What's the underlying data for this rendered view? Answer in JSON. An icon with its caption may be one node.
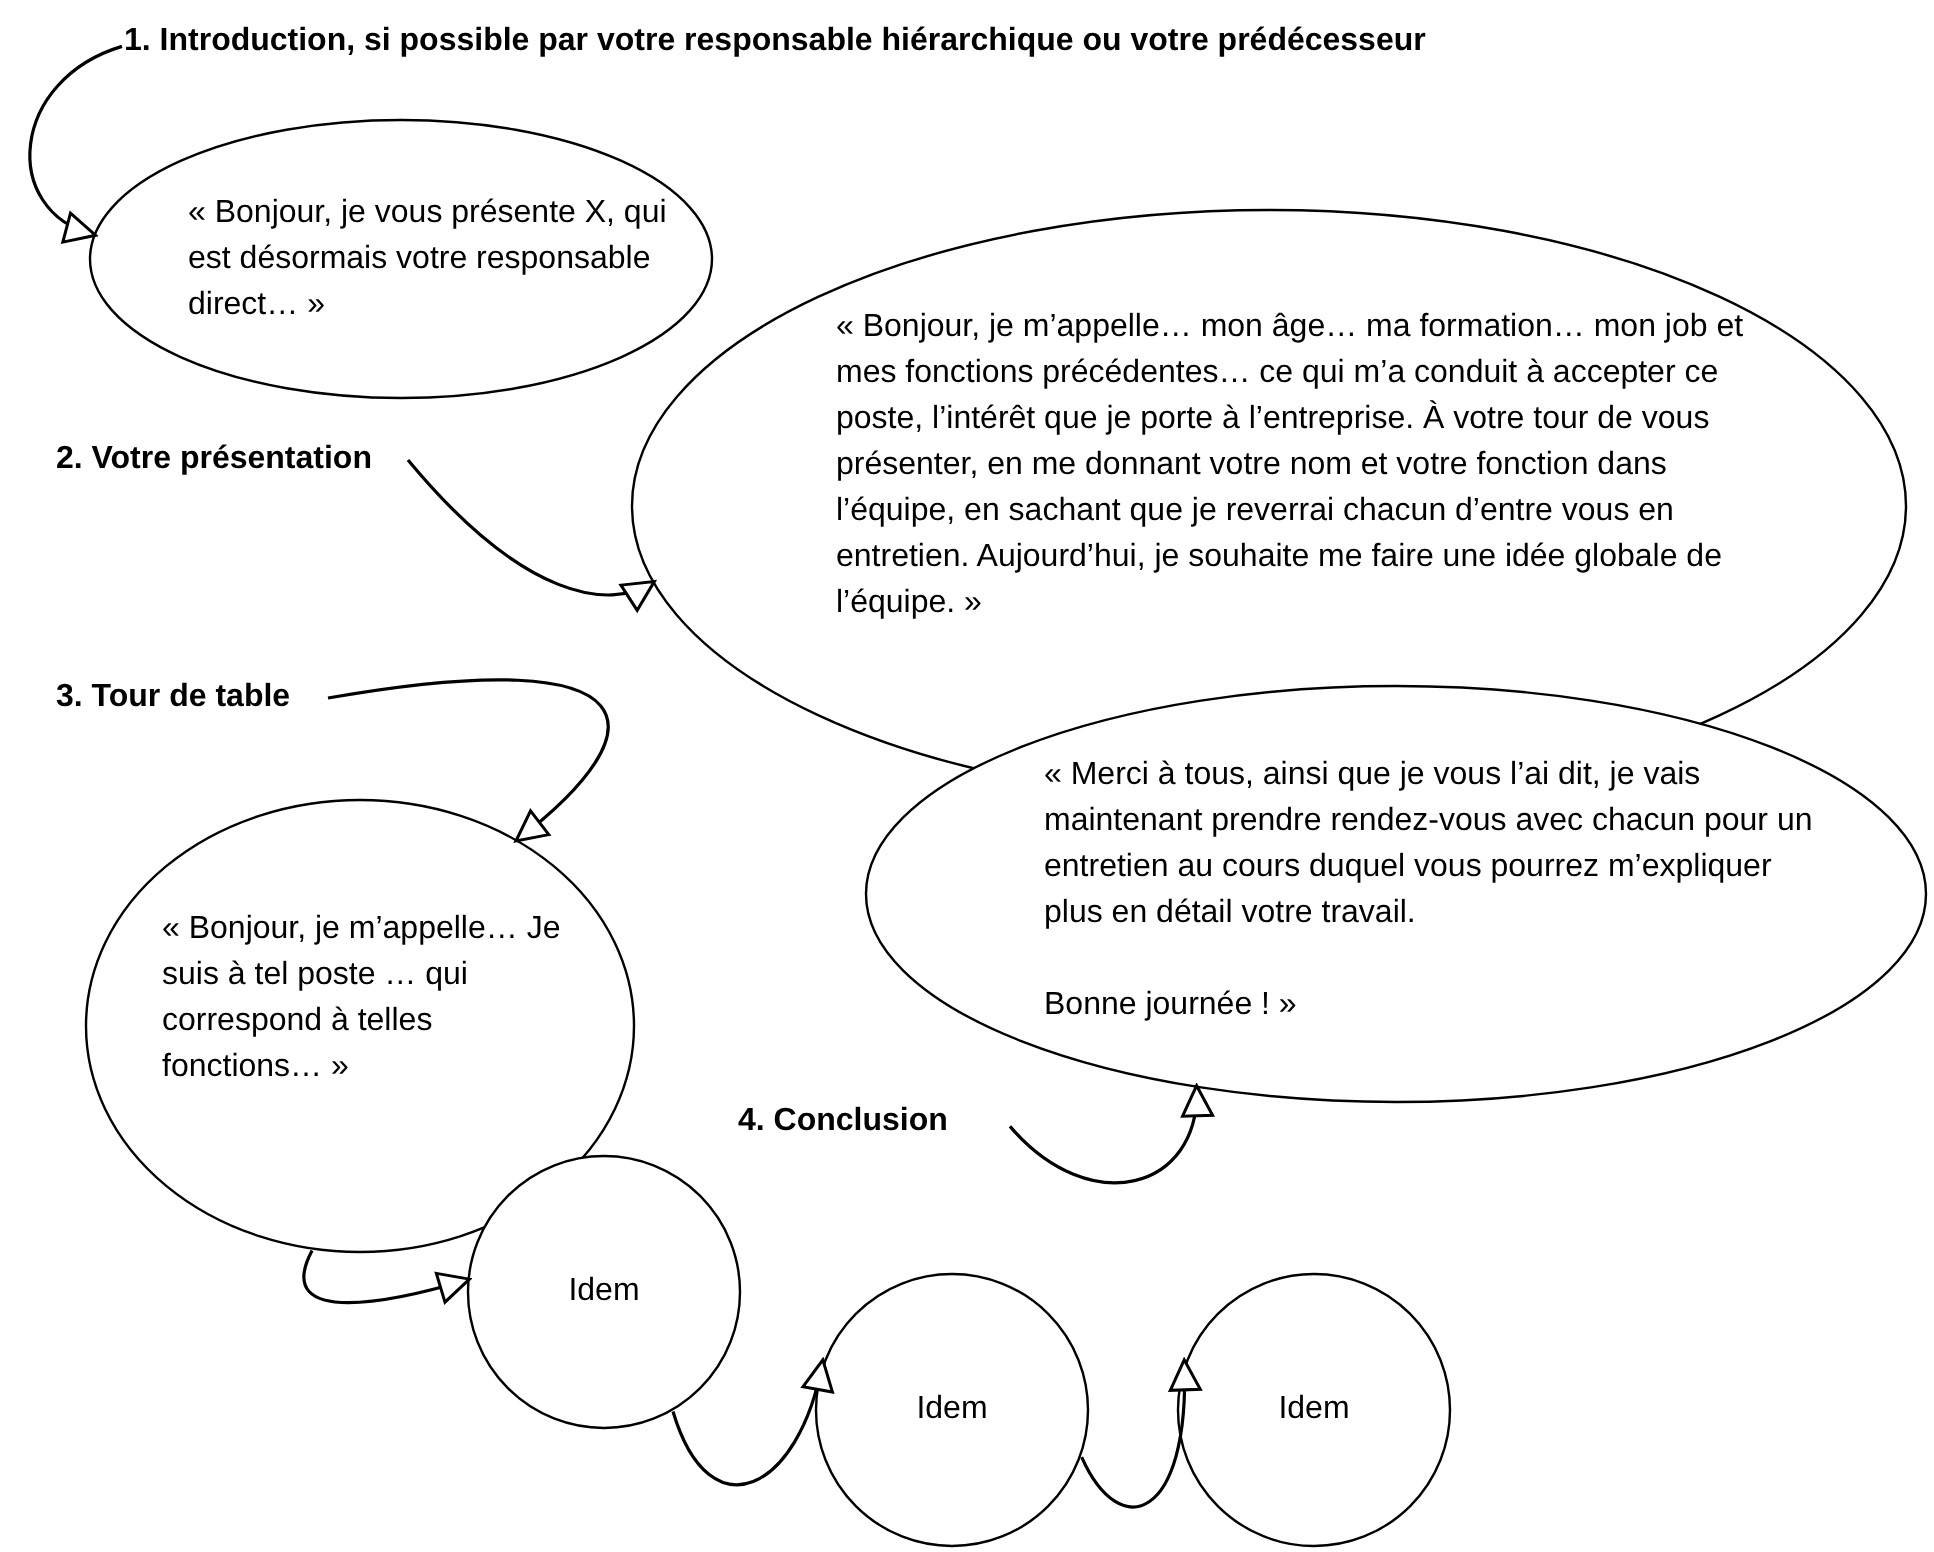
{
  "diagram": {
    "nodes": [
      {
        "text": [
          "1. Introduction, si possible par votre responsable hiérarchique ou votre prédécesseur"
        ]
      },
      {
        "text": [
          "« Bonjour, je vous présente X, qui est désormais votre responsable direct… »"
        ]
      },
      {
        "text": [
          "2. Votre présentation"
        ]
      },
      {
        "text": [
          "« Bonjour, je m’appelle… mon âge… ma formation… mon job et mes fonctions précédentes… ce qui m’a conduit à accepter ce poste, l’intérêt que je porte à l’entreprise. À votre tour de vous présenter, en me donnant votre nom et votre fonction dans l’équipe, en sachant que je reverrai chacun d’entre vous en entretien. Aujourd’hui, je souhaite me faire une idée globale de l’équipe. »"
        ]
      },
      {
        "text": [
          "3. Tour de table"
        ]
      },
      {
        "text": [
          "« Bonjour, je m’appelle… Je suis à tel poste … qui correspond à telles fonctions… »"
        ]
      },
      {
        "text": [
          "Idem"
        ]
      },
      {
        "text": [
          "Idem"
        ]
      },
      {
        "text": [
          "Idem"
        ]
      },
      {
        "text": [
          "4. Conclusion"
        ]
      },
      {
        "text": [
          "« Merci à tous, ainsi que je vous l’ai dit, je vais maintenant prendre rendez-vous avec chacun pour un entretien au cours duquel vous pourrez m’expliquer plus en détail votre travail.",
          "Bonne journée ! »"
        ]
      }
    ],
    "edges": [
      {
        "from": 0,
        "to": 1,
        "arrow": "to"
      },
      {
        "from": 2,
        "to": 3,
        "arrow": "to"
      },
      {
        "from": 4,
        "to": 5,
        "arrow": "to"
      },
      {
        "from": 5,
        "to": 6,
        "arrow": "to"
      },
      {
        "from": 6,
        "to": 7,
        "arrow": "to"
      },
      {
        "from": 7,
        "to": 8,
        "arrow": "to"
      },
      {
        "from": 9,
        "to": 10,
        "arrow": "to"
      }
    ]
  }
}
